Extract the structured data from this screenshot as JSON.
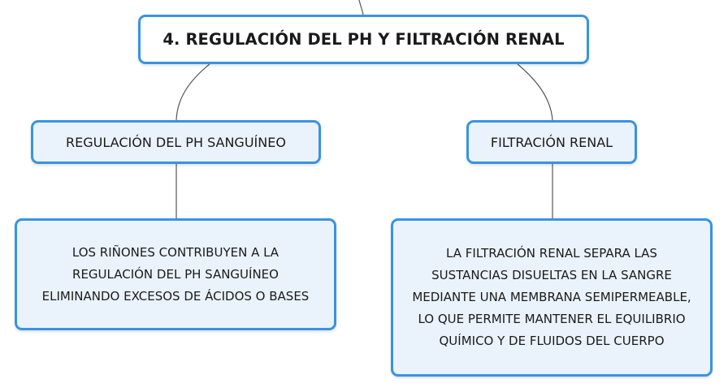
{
  "root": {
    "title": "4. REGULACIÓN DEL PH Y FILTRACIÓN RENAL"
  },
  "branches": [
    {
      "title": "REGULACIÓN DEL PH SANGUÍNEO",
      "detail_lines": [
        "LOS RIÑONES CONTRIBUYEN A LA",
        "REGULACIÓN DEL PH SANGUÍNEO",
        "ELIMINANDO EXCESOS DE ÁCIDOS O BASES"
      ]
    },
    {
      "title": "FILTRACIÓN RENAL",
      "detail_lines": [
        "LA FILTRACIÓN RENAL SEPARA LAS",
        "SUSTANCIAS DISUELTAS EN LA SANGRE",
        "MEDIANTE UNA MEMBRANA SEMIPERMEABLE,",
        "LO QUE PERMITE MANTENER EL EQUILIBRIO",
        "QUÍMICO Y DE FLUIDOS DEL CUERPO"
      ]
    }
  ],
  "colors": {
    "node_border": "#3a93e0",
    "node_fill": "#eaf3fc",
    "root_fill": "#ffffff",
    "connector": "#555555",
    "text": "#1a1a1a"
  }
}
